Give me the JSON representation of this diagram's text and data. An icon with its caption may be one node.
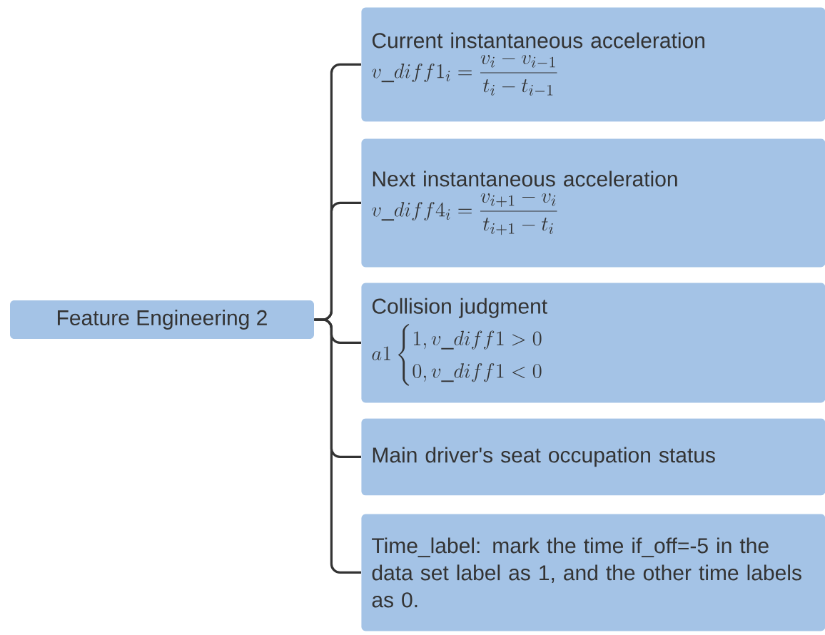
{
  "diagram": {
    "nodes": [
      {
        "text": [
          "Feature Engineering 2"
        ]
      },
      {
        "text": [
          "Current instantaneous acceleration",
          "v\\_diff1_i = \\frac{v_i - v_{i-1}}{t_i - t_{i-1}}"
        ]
      },
      {
        "text": [
          "Next instantaneous acceleration",
          "v\\_diff4_i = \\frac{v_{i+1} - v_i}{t_{i+1} - t_i}"
        ]
      },
      {
        "text": [
          "Collision judgment",
          "a1\\begin{cases}1, v\\_diff1 > 0\\\\ 0, v\\_diff1 < 0\\end{cases}"
        ]
      },
      {
        "text": [
          "Main driver's seat occupation status"
        ]
      },
      {
        "text": [
          "Time_label: mark the time if_off=-5 in the data set label as 1, and the other time labels as 0."
        ]
      }
    ],
    "edges": [
      {
        "from": 0,
        "to": 1,
        "arrow": "none"
      },
      {
        "from": 0,
        "to": 2,
        "arrow": "none"
      },
      {
        "from": 0,
        "to": 3,
        "arrow": "none"
      },
      {
        "from": 0,
        "to": 4,
        "arrow": "none"
      },
      {
        "from": 0,
        "to": 5,
        "arrow": "none"
      }
    ]
  }
}
